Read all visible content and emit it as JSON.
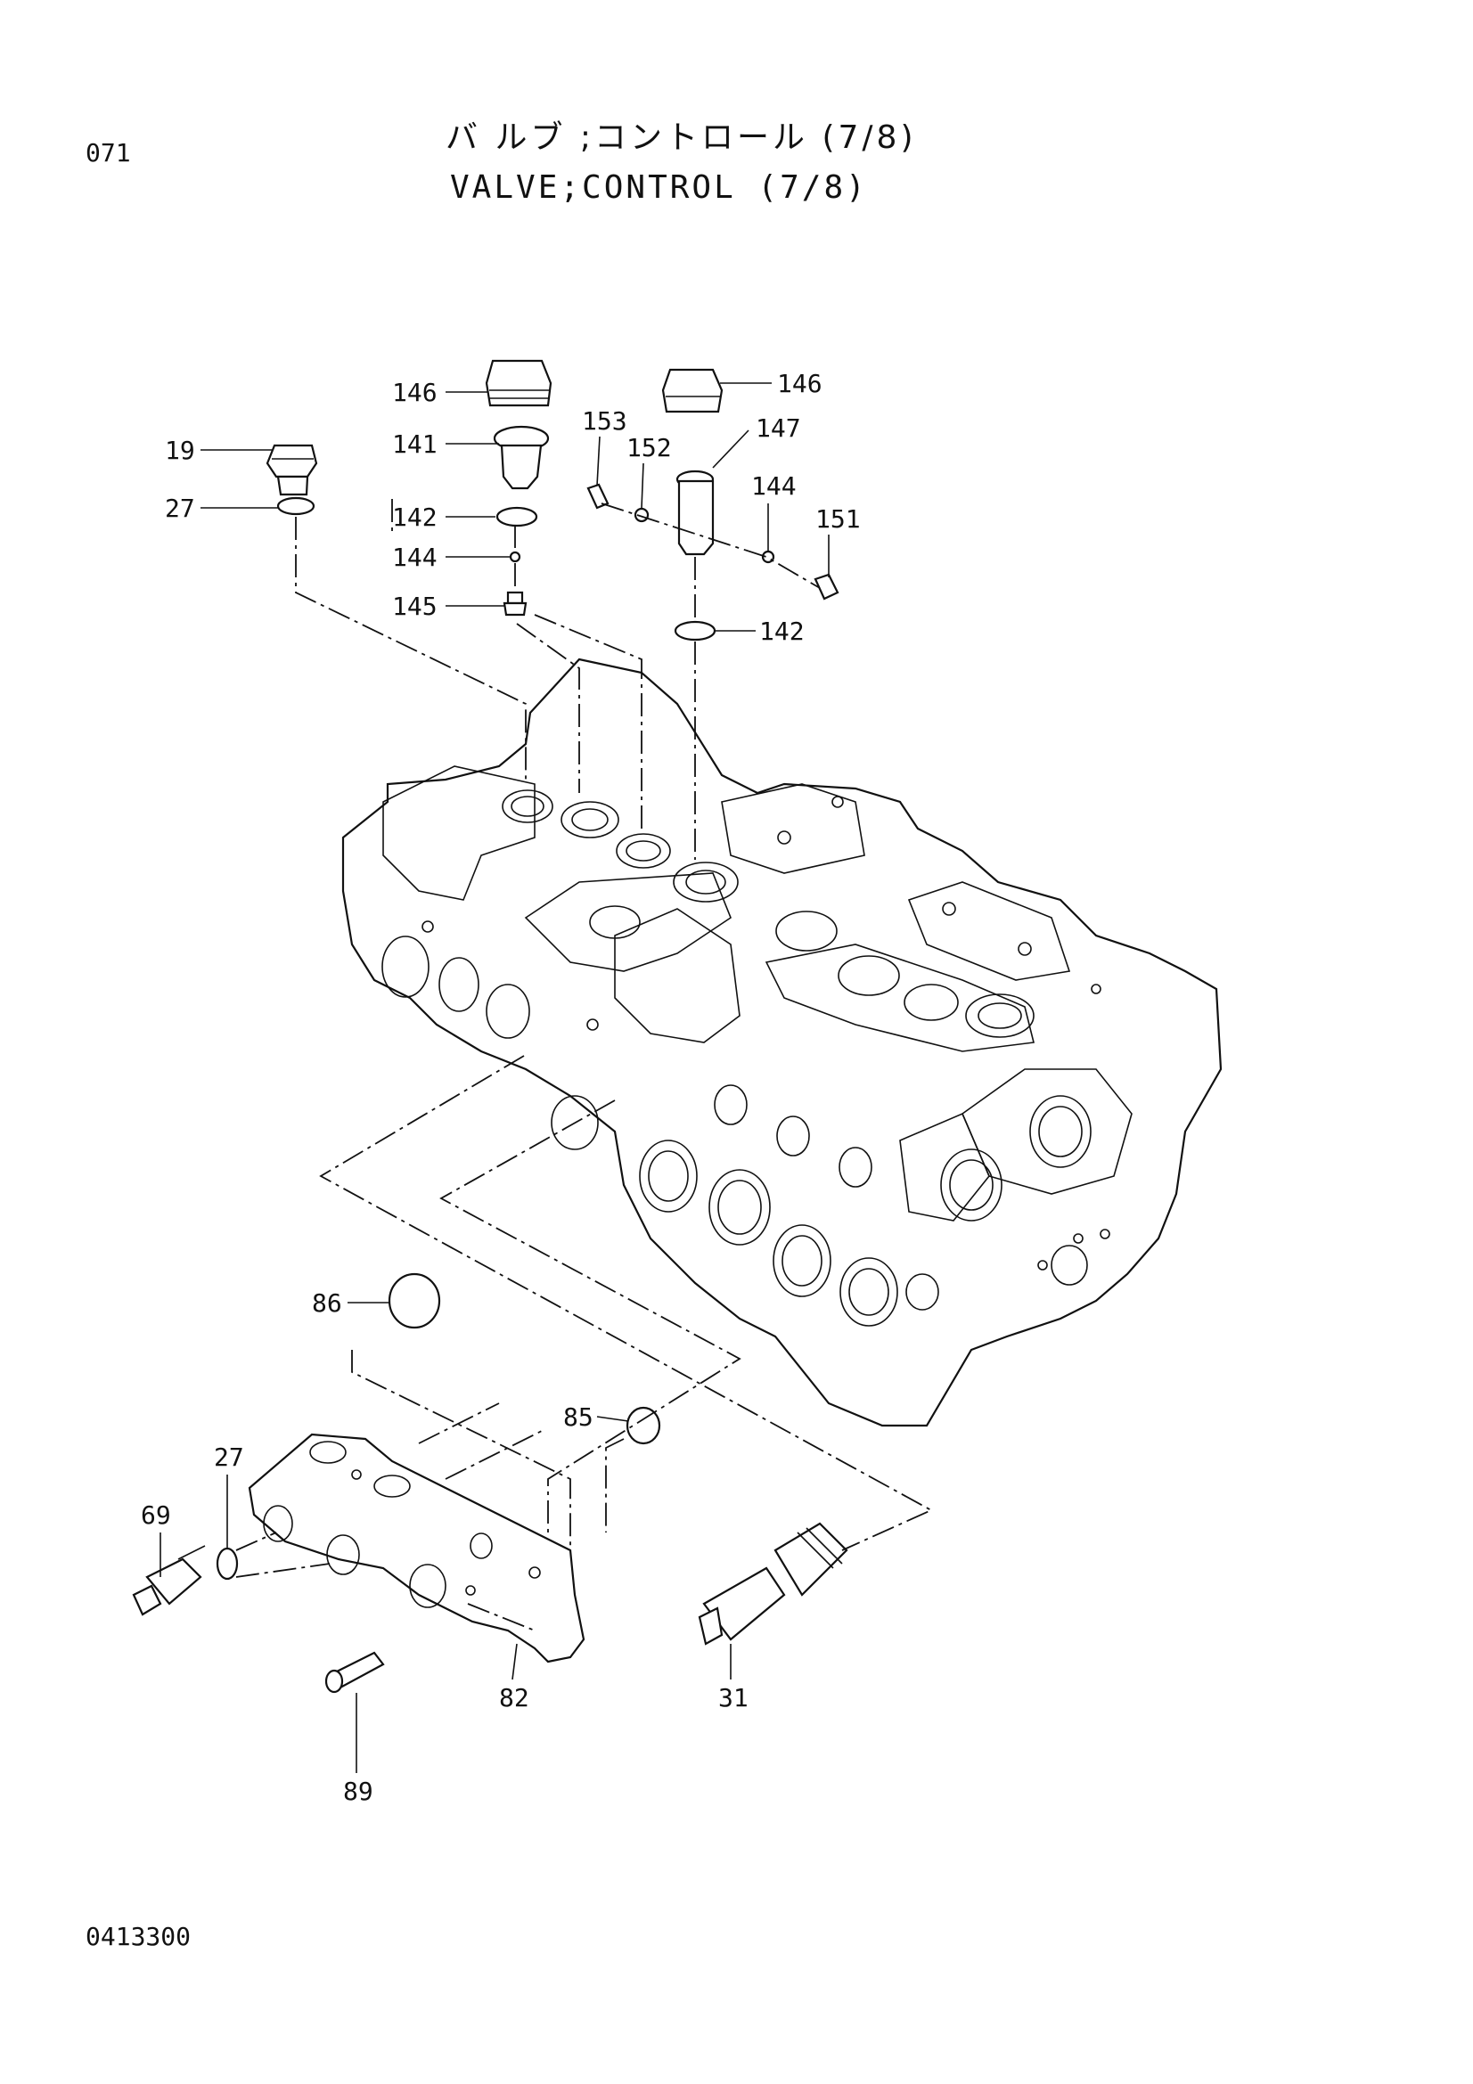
{
  "page_number": "071",
  "title_japanese": "バ ルブ ;コントロール (7/8)",
  "title_english": "VALVE;CONTROL (7/8)",
  "document_code": "0413300",
  "part_labels": {
    "p146a": "146",
    "p141": "141",
    "p142a": "142",
    "p144a": "144",
    "p145": "145",
    "p19": "19",
    "p27a": "27",
    "p153": "153",
    "p152": "152",
    "p146b": "146",
    "p147": "147",
    "p144b": "144",
    "p151": "151",
    "p142b": "142",
    "p86": "86",
    "p85": "85",
    "p27b": "27",
    "p69": "69",
    "p82": "82",
    "p89": "89",
    "p31": "31"
  }
}
